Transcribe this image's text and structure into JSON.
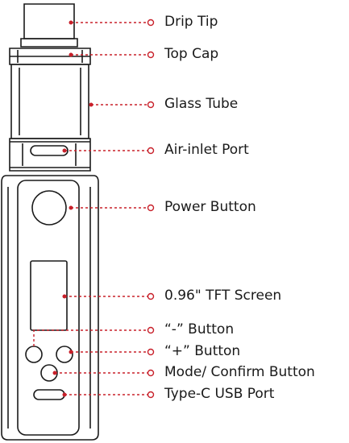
{
  "labels": [
    {
      "id": "drip-tip",
      "text": "Drip Tip"
    },
    {
      "id": "top-cap",
      "text": "Top Cap"
    },
    {
      "id": "glass-tube",
      "text": "Glass Tube"
    },
    {
      "id": "air-inlet-port",
      "text": "Air-inlet Port"
    },
    {
      "id": "power-button",
      "text": "Power Button"
    },
    {
      "id": "tft-screen",
      "text": "0.96\" TFT Screen"
    },
    {
      "id": "minus-button",
      "text": "“-” Button"
    },
    {
      "id": "plus-button",
      "text": "“+” Button"
    },
    {
      "id": "mode-confirm-button",
      "text": "Mode/ Confirm Button"
    },
    {
      "id": "type-c-usb-port",
      "text": "Type-C USB Port"
    }
  ],
  "colors": {
    "leader_line": "#c8202a",
    "outline": "#1a1a1a",
    "text": "#1a1a1a"
  }
}
